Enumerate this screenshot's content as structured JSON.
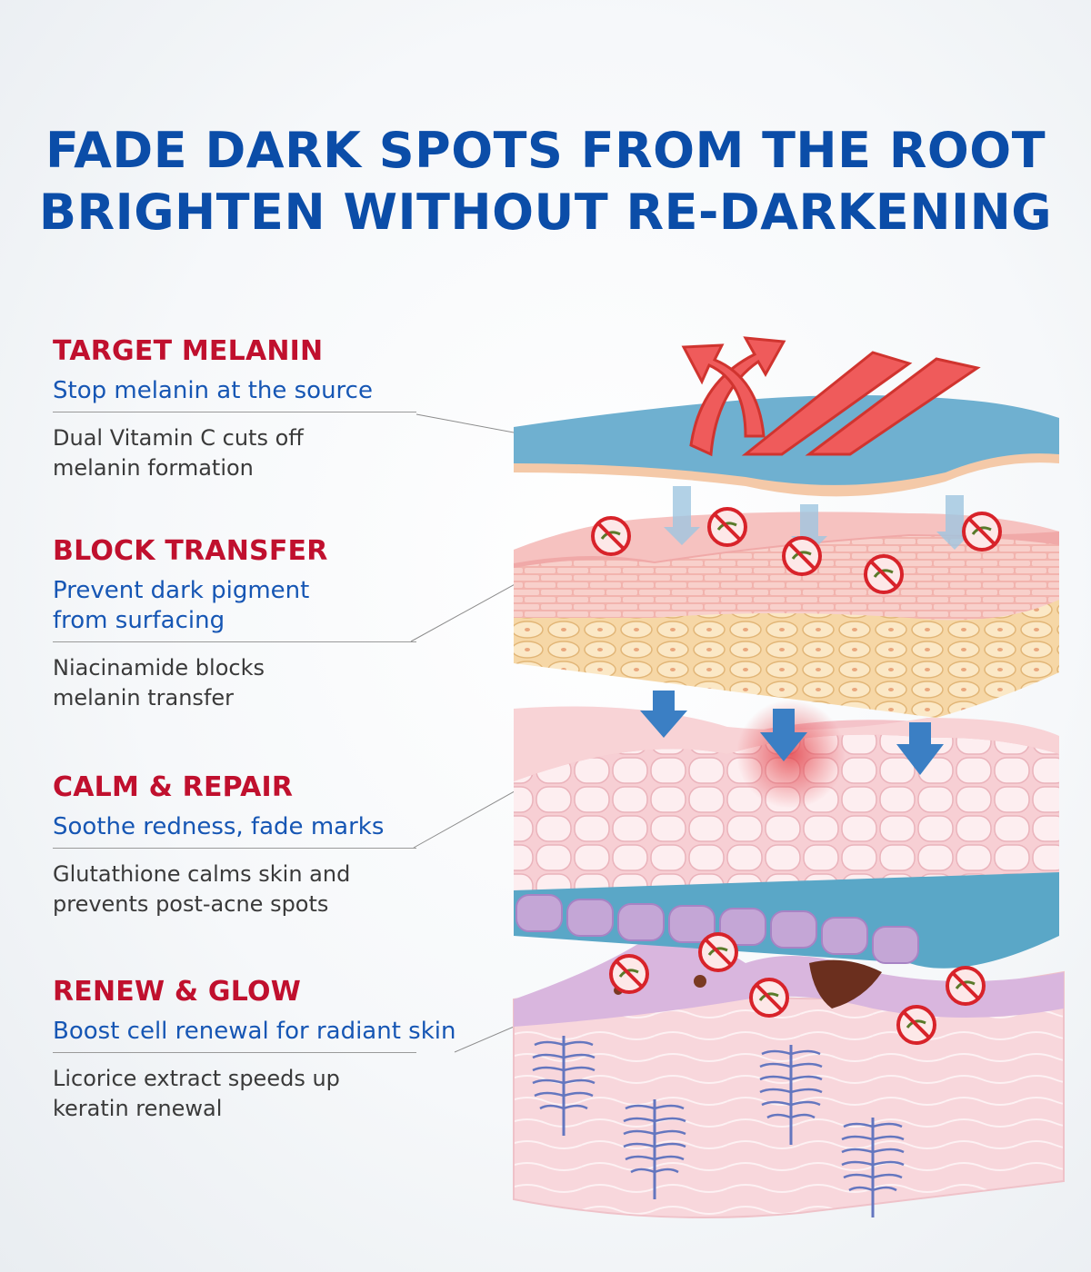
{
  "headline": {
    "line1": "FADE DARK SPOTS FROM THE ROOT",
    "line2": "BRIGHTEN WITHOUT RE-DARKENING"
  },
  "steps": [
    {
      "title": "TARGET MELANIN",
      "subtitle": "Stop melanin at the source",
      "desc": "Dual Vitamin C cuts off\nmelanin formation"
    },
    {
      "title": "BLOCK TRANSFER",
      "subtitle": "Prevent dark pigment\nfrom surfacing",
      "desc": "Niacinamide blocks\nmelanin transfer"
    },
    {
      "title": "CALM & REPAIR",
      "subtitle": "Soothe redness, fade marks",
      "desc": "Glutathione calms skin and\nprevents post-acne spots"
    },
    {
      "title": "RENEW & GLOW",
      "subtitle": "Boost cell renewal for radiant skin",
      "desc": "Licorice extract speeds up\nkeratin renewal"
    }
  ],
  "colors": {
    "headline": "#0b4da8",
    "title": "#c0102e",
    "subtitle": "#1656b4",
    "body": "#3a3a3a"
  }
}
